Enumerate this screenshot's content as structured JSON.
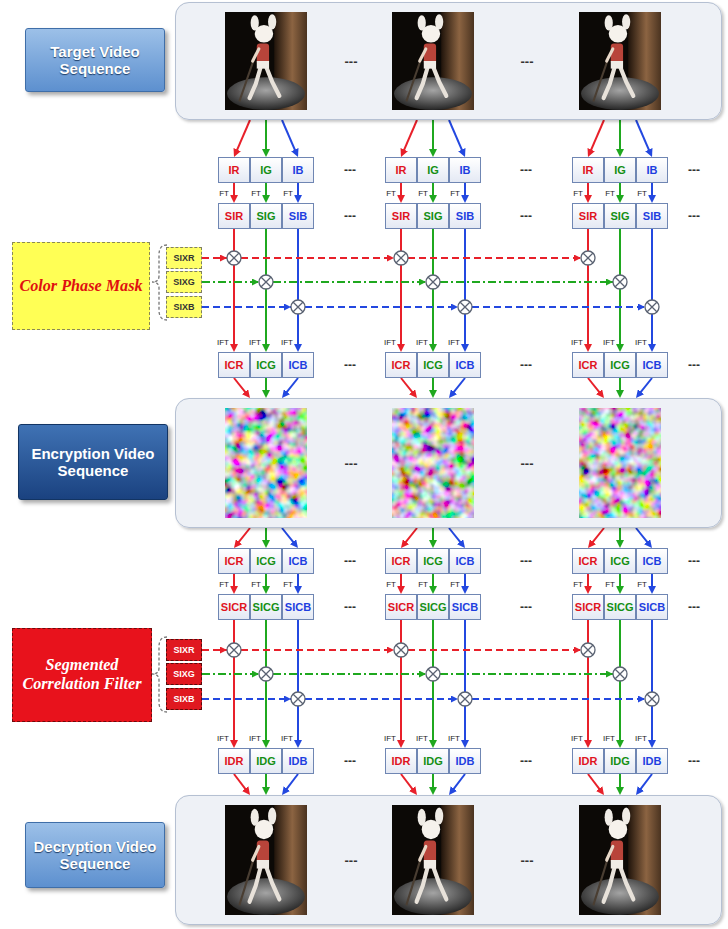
{
  "diagram": {
    "nodes": [
      {
        "text": [
          "Target Video Sequence"
        ]
      },
      {
        "text": [
          "---",
          "---"
        ]
      },
      {
        "text": [
          "IR"
        ]
      },
      {
        "text": [
          "IG"
        ]
      },
      {
        "text": [
          "IB"
        ]
      },
      {
        "text": [
          "IR"
        ]
      },
      {
        "text": [
          "IG"
        ]
      },
      {
        "text": [
          "IB"
        ]
      },
      {
        "text": [
          "IR"
        ]
      },
      {
        "text": [
          "IG"
        ]
      },
      {
        "text": [
          "IB"
        ]
      },
      {
        "text": [
          "SIR"
        ]
      },
      {
        "text": [
          "SIG"
        ]
      },
      {
        "text": [
          "SIB"
        ]
      },
      {
        "text": [
          "SIR"
        ]
      },
      {
        "text": [
          "SIG"
        ]
      },
      {
        "text": [
          "SIB"
        ]
      },
      {
        "text": [
          "SIR"
        ]
      },
      {
        "text": [
          "SIG"
        ]
      },
      {
        "text": [
          "SIB"
        ]
      },
      {
        "text": [
          "Color Phase Mask"
        ]
      },
      {
        "text": [
          "SIXR"
        ]
      },
      {
        "text": [
          "SIXG"
        ]
      },
      {
        "text": [
          "SIXB"
        ]
      },
      {
        "text": [
          "ICR"
        ]
      },
      {
        "text": [
          "ICG"
        ]
      },
      {
        "text": [
          "ICB"
        ]
      },
      {
        "text": [
          "ICR"
        ]
      },
      {
        "text": [
          "ICG"
        ]
      },
      {
        "text": [
          "ICB"
        ]
      },
      {
        "text": [
          "ICR"
        ]
      },
      {
        "text": [
          "ICG"
        ]
      },
      {
        "text": [
          "ICB"
        ]
      },
      {
        "text": [
          "Encryption Video Sequence"
        ]
      },
      {
        "text": [
          "---",
          "---"
        ]
      },
      {
        "text": [
          "ICR"
        ]
      },
      {
        "text": [
          "ICG"
        ]
      },
      {
        "text": [
          "ICB"
        ]
      },
      {
        "text": [
          "ICR"
        ]
      },
      {
        "text": [
          "ICG"
        ]
      },
      {
        "text": [
          "ICB"
        ]
      },
      {
        "text": [
          "ICR"
        ]
      },
      {
        "text": [
          "ICG"
        ]
      },
      {
        "text": [
          "ICB"
        ]
      },
      {
        "text": [
          "SICR"
        ]
      },
      {
        "text": [
          "SICG"
        ]
      },
      {
        "text": [
          "SICB"
        ]
      },
      {
        "text": [
          "SICR"
        ]
      },
      {
        "text": [
          "SICG"
        ]
      },
      {
        "text": [
          "SICB"
        ]
      },
      {
        "text": [
          "SICR"
        ]
      },
      {
        "text": [
          "SICG"
        ]
      },
      {
        "text": [
          "SICB"
        ]
      },
      {
        "text": [
          "Segmented Correlation Filter"
        ]
      },
      {
        "text": [
          "SIXR"
        ]
      },
      {
        "text": [
          "SIXG"
        ]
      },
      {
        "text": [
          "SIXB"
        ]
      },
      {
        "text": [
          "IDR"
        ]
      },
      {
        "text": [
          "IDG"
        ]
      },
      {
        "text": [
          "IDB"
        ]
      },
      {
        "text": [
          "IDR"
        ]
      },
      {
        "text": [
          "IDG"
        ]
      },
      {
        "text": [
          "IDB"
        ]
      },
      {
        "text": [
          "IDR"
        ]
      },
      {
        "text": [
          "IDG"
        ]
      },
      {
        "text": [
          "IDB"
        ]
      },
      {
        "text": [
          "Decryption Video Sequence"
        ]
      },
      {
        "text": [
          "---",
          "---"
        ]
      }
    ],
    "edges": [
      {
        "from": 1,
        "to": 2,
        "arrow": "to"
      },
      {
        "from": 1,
        "to": 3,
        "arrow": "to"
      },
      {
        "from": 1,
        "to": 4,
        "arrow": "to"
      },
      {
        "from": 1,
        "to": 5,
        "arrow": "to"
      },
      {
        "from": 1,
        "to": 6,
        "arrow": "to"
      },
      {
        "from": 1,
        "to": 7,
        "arrow": "to"
      },
      {
        "from": 1,
        "to": 8,
        "arrow": "to"
      },
      {
        "from": 1,
        "to": 9,
        "arrow": "to"
      },
      {
        "from": 1,
        "to": 10,
        "arrow": "to"
      },
      {
        "from": 2,
        "to": 11,
        "label": "FT",
        "arrow": "to"
      },
      {
        "from": 3,
        "to": 12,
        "label": "FT",
        "arrow": "to"
      },
      {
        "from": 4,
        "to": 13,
        "label": "FT",
        "arrow": "to"
      },
      {
        "from": 5,
        "to": 14,
        "label": "FT",
        "arrow": "to"
      },
      {
        "from": 6,
        "to": 15,
        "label": "FT",
        "arrow": "to"
      },
      {
        "from": 7,
        "to": 16,
        "label": "FT",
        "arrow": "to"
      },
      {
        "from": 8,
        "to": 17,
        "label": "FT",
        "arrow": "to"
      },
      {
        "from": 9,
        "to": 18,
        "label": "FT",
        "arrow": "to"
      },
      {
        "from": 10,
        "to": 19,
        "label": "FT",
        "arrow": "to"
      },
      {
        "from": 11,
        "to": 24,
        "label": "IFT",
        "arrow": "to"
      },
      {
        "from": 12,
        "to": 25,
        "label": "IFT",
        "arrow": "to"
      },
      {
        "from": 13,
        "to": 26,
        "label": "IFT",
        "arrow": "to"
      },
      {
        "from": 14,
        "to": 27,
        "label": "IFT",
        "arrow": "to"
      },
      {
        "from": 15,
        "to": 28,
        "label": "IFT",
        "arrow": "to"
      },
      {
        "from": 16,
        "to": 29,
        "label": "IFT",
        "arrow": "to"
      },
      {
        "from": 17,
        "to": 30,
        "label": "IFT",
        "arrow": "to"
      },
      {
        "from": 18,
        "to": 31,
        "label": "IFT",
        "arrow": "to"
      },
      {
        "from": 19,
        "to": 32,
        "label": "IFT",
        "arrow": "to"
      },
      {
        "from": 24,
        "to": 34,
        "arrow": "to"
      },
      {
        "from": 25,
        "to": 34,
        "arrow": "to"
      },
      {
        "from": 26,
        "to": 34,
        "arrow": "to"
      },
      {
        "from": 27,
        "to": 34,
        "arrow": "to"
      },
      {
        "from": 28,
        "to": 34,
        "arrow": "to"
      },
      {
        "from": 29,
        "to": 34,
        "arrow": "to"
      },
      {
        "from": 30,
        "to": 34,
        "arrow": "to"
      },
      {
        "from": 31,
        "to": 34,
        "arrow": "to"
      },
      {
        "from": 32,
        "to": 34,
        "arrow": "to"
      },
      {
        "from": 34,
        "to": 35,
        "arrow": "to"
      },
      {
        "from": 34,
        "to": 36,
        "arrow": "to"
      },
      {
        "from": 34,
        "to": 37,
        "arrow": "to"
      },
      {
        "from": 34,
        "to": 38,
        "arrow": "to"
      },
      {
        "from": 34,
        "to": 39,
        "arrow": "to"
      },
      {
        "from": 34,
        "to": 40,
        "arrow": "to"
      },
      {
        "from": 34,
        "to": 41,
        "arrow": "to"
      },
      {
        "from": 34,
        "to": 42,
        "arrow": "to"
      },
      {
        "from": 34,
        "to": 43,
        "arrow": "to"
      },
      {
        "from": 35,
        "to": 44,
        "label": "FT",
        "arrow": "to"
      },
      {
        "from": 36,
        "to": 45,
        "label": "FT",
        "arrow": "to"
      },
      {
        "from": 37,
        "to": 46,
        "label": "FT",
        "arrow": "to"
      },
      {
        "from": 38,
        "to": 47,
        "label": "FT",
        "arrow": "to"
      },
      {
        "from": 39,
        "to": 48,
        "label": "FT",
        "arrow": "to"
      },
      {
        "from": 40,
        "to": 49,
        "label": "FT",
        "arrow": "to"
      },
      {
        "from": 41,
        "to": 50,
        "label": "FT",
        "arrow": "to"
      },
      {
        "from": 42,
        "to": 51,
        "label": "FT",
        "arrow": "to"
      },
      {
        "from": 43,
        "to": 52,
        "label": "FT",
        "arrow": "to"
      },
      {
        "from": 44,
        "to": 57,
        "label": "IFT",
        "arrow": "to"
      },
      {
        "from": 45,
        "to": 58,
        "label": "IFT",
        "arrow": "to"
      },
      {
        "from": 46,
        "to": 59,
        "label": "IFT",
        "arrow": "to"
      },
      {
        "from": 47,
        "to": 60,
        "label": "IFT",
        "arrow": "to"
      },
      {
        "from": 48,
        "to": 61,
        "label": "IFT",
        "arrow": "to"
      },
      {
        "from": 49,
        "to": 62,
        "label": "IFT",
        "arrow": "to"
      },
      {
        "from": 50,
        "to": 63,
        "label": "IFT",
        "arrow": "to"
      },
      {
        "from": 51,
        "to": 64,
        "label": "IFT",
        "arrow": "to"
      },
      {
        "from": 52,
        "to": 65,
        "label": "IFT",
        "arrow": "to"
      },
      {
        "from": 57,
        "to": 67,
        "arrow": "to"
      },
      {
        "from": 58,
        "to": 67,
        "arrow": "to"
      },
      {
        "from": 59,
        "to": 67,
        "arrow": "to"
      },
      {
        "from": 60,
        "to": 67,
        "arrow": "to"
      },
      {
        "from": 61,
        "to": 67,
        "arrow": "to"
      },
      {
        "from": 62,
        "to": 67,
        "arrow": "to"
      },
      {
        "from": 63,
        "to": 67,
        "arrow": "to"
      },
      {
        "from": 64,
        "to": 67,
        "arrow": "to"
      },
      {
        "from": 65,
        "to": 67,
        "arrow": "to"
      }
    ],
    "labels": [
      "---",
      "---",
      "---",
      "---",
      "---",
      "---",
      "---",
      "---",
      "---",
      "---",
      "---",
      "---",
      "---",
      "---",
      "---",
      "---",
      "---",
      "---"
    ]
  }
}
